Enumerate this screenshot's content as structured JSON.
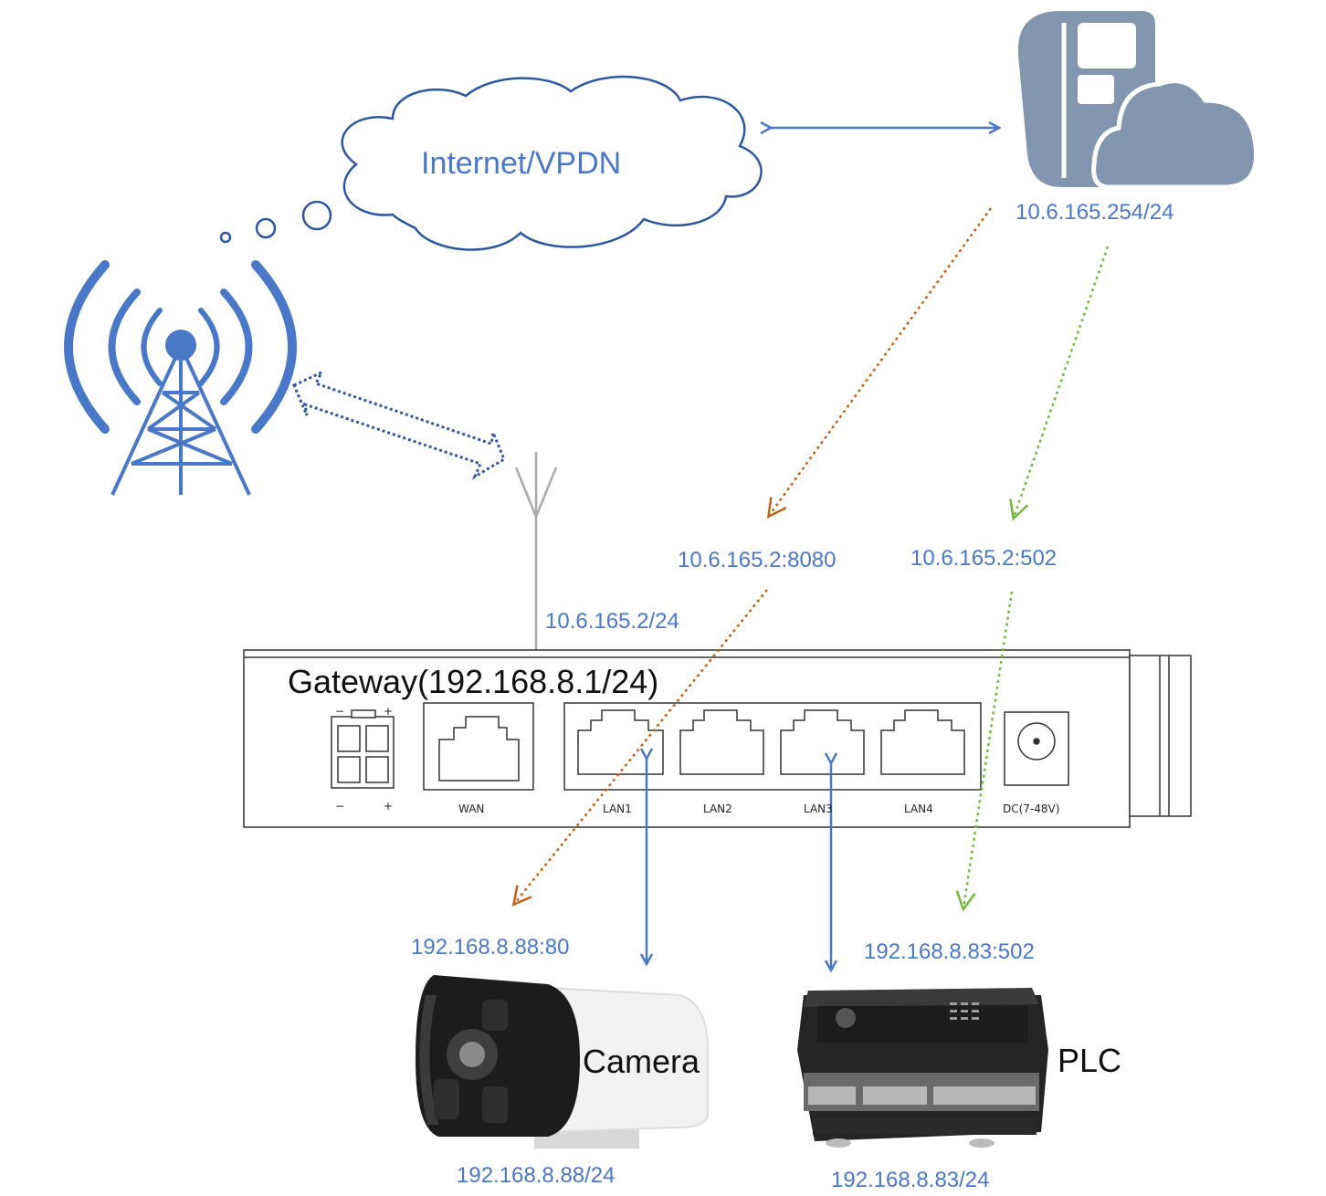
{
  "cloud": {
    "label": "Internet/VPDN"
  },
  "server": {
    "ip": "10.6.165.254/24"
  },
  "gateway": {
    "title": "Gateway(192.168.8.1/24)",
    "wan_ip": "10.6.165.2/24",
    "ports": {
      "wan": "WAN",
      "lan1": "LAN1",
      "lan2": "LAN2",
      "lan3": "LAN3",
      "lan4": "LAN4",
      "dc": "DC(7-48V)"
    },
    "power_minus": "−",
    "power_plus": "+"
  },
  "forwards": {
    "camera_public": "10.6.165.2:8080",
    "plc_public": "10.6.165.2:502"
  },
  "camera": {
    "label": "Camera",
    "service": "192.168.8.88:80",
    "ip": "192.168.8.88/24"
  },
  "plc": {
    "label": "PLC",
    "service": "192.168.8.83:502",
    "ip": "192.168.8.83/24"
  },
  "colors": {
    "blue": "#4a78c8",
    "orange": "#c0621a",
    "green": "#72b83a",
    "server": "#8296b0"
  }
}
